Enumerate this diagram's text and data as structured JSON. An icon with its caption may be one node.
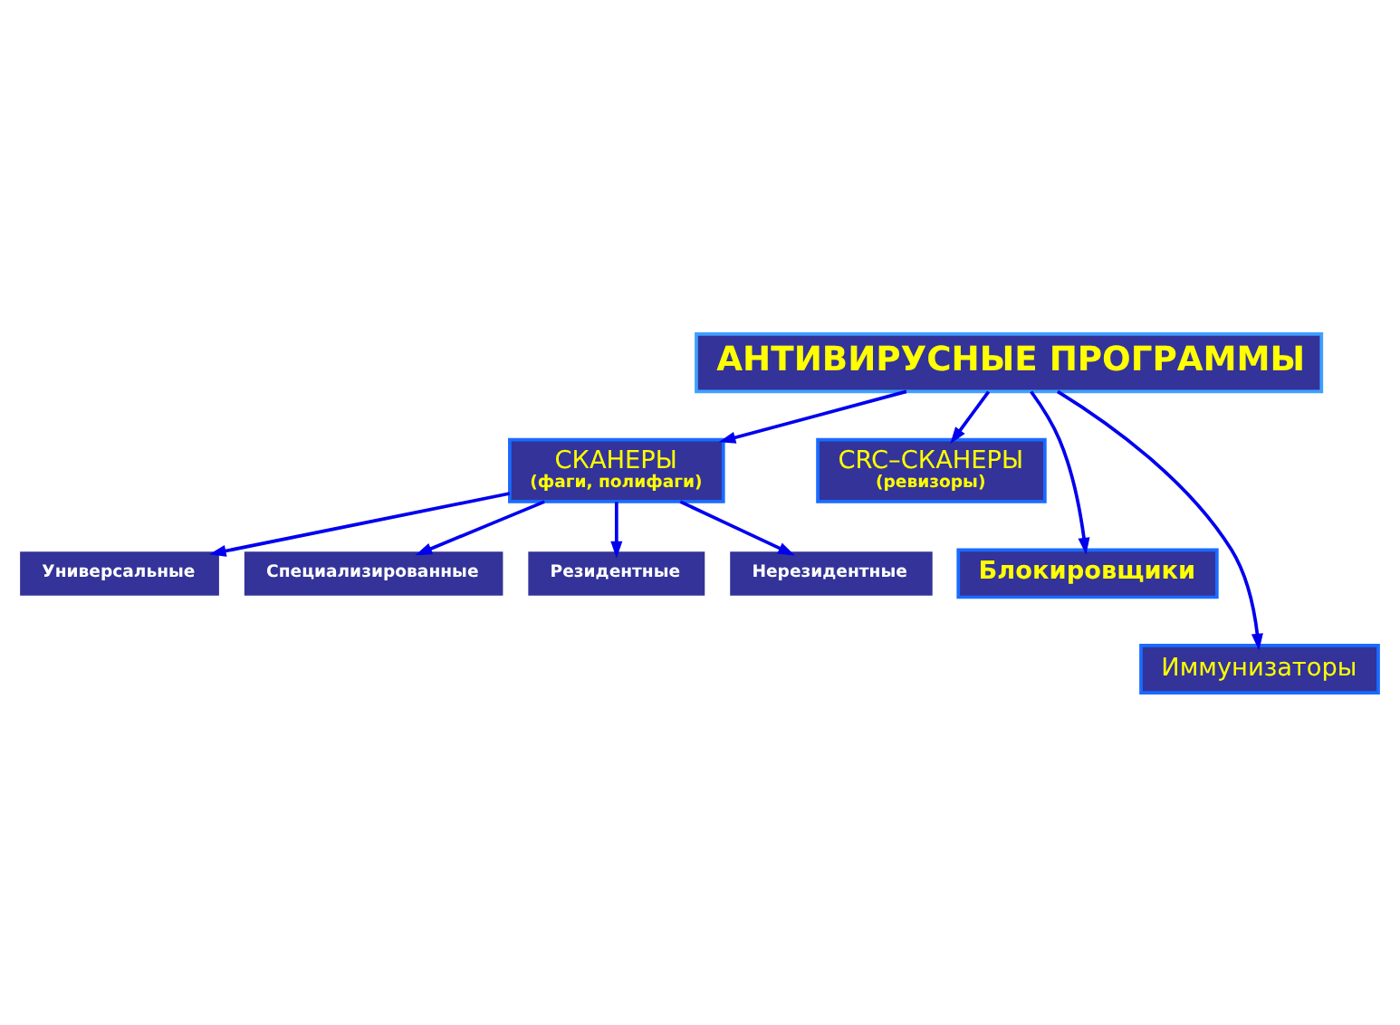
{
  "diagram": {
    "nodes": [
      {
        "text": [
          "АНТИВИРУСНЫЕ ПРОГРАММЫ"
        ]
      },
      {
        "text": [
          "СКАНЕРЫ",
          "(фаги, полифаги)"
        ]
      },
      {
        "text": [
          "CRC–СКАНЕРЫ",
          "(ревизоры)"
        ]
      },
      {
        "text": [
          "Блокировщики"
        ]
      },
      {
        "text": [
          "Иммунизаторы"
        ]
      },
      {
        "text": [
          "Универсальные"
        ]
      },
      {
        "text": [
          "Специализированные"
        ]
      },
      {
        "text": [
          "Резидентные"
        ]
      },
      {
        "text": [
          "Нерезидентные"
        ]
      }
    ],
    "edges": [
      {
        "from": 0,
        "to": 1,
        "arrow": "to"
      },
      {
        "from": 0,
        "to": 2,
        "arrow": "to"
      },
      {
        "from": 0,
        "to": 3,
        "arrow": "to"
      },
      {
        "from": 0,
        "to": 4,
        "arrow": "to"
      },
      {
        "from": 1,
        "to": 5,
        "arrow": "to"
      },
      {
        "from": 1,
        "to": 6,
        "arrow": "to"
      },
      {
        "from": 1,
        "to": 7,
        "arrow": "to"
      },
      {
        "from": 1,
        "to": 8,
        "arrow": "to"
      }
    ]
  }
}
